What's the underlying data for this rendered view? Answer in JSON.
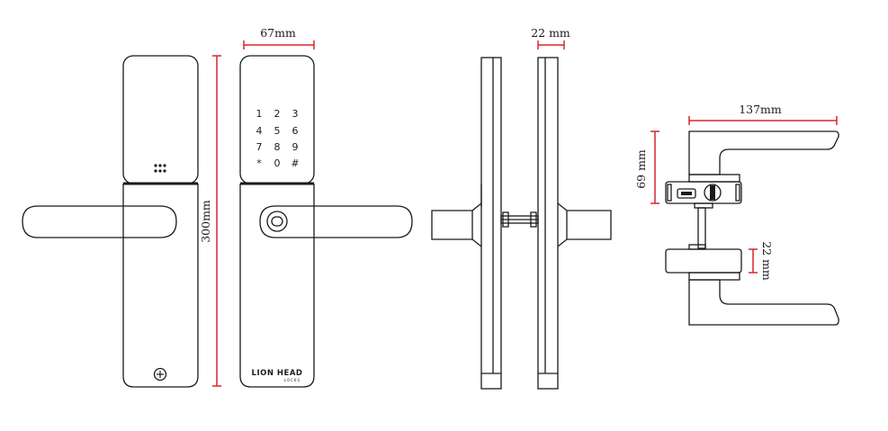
{
  "dimensions": {
    "width_front": "67mm",
    "height_total": "300mm",
    "thickness_side": "22 mm",
    "handle_length": "137mm",
    "height_top_unit": "69 mm",
    "thickness_bottom_unit": "22 mm"
  },
  "keypad": {
    "keys": [
      "1",
      "2",
      "3",
      "4",
      "5",
      "6",
      "7",
      "8",
      "9",
      "*",
      "0",
      "#"
    ]
  },
  "brand": {
    "name": "LION HEAD",
    "sub": "LOCKS"
  },
  "colors": {
    "dimension_line": "#d8262b",
    "outline": "#1a1a1a"
  }
}
